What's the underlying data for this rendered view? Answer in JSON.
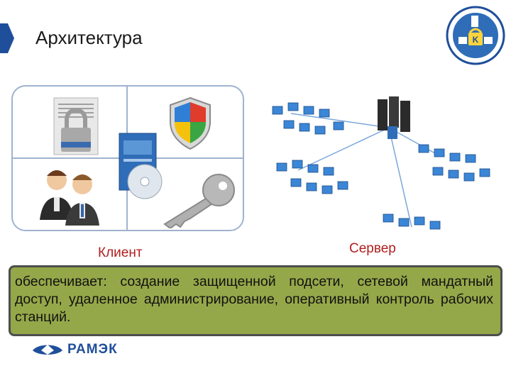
{
  "header": {
    "title": "Архитектура"
  },
  "labels": {
    "client": "Клиент",
    "server": "Сервер"
  },
  "description": "обеспечивает: создание защищенной подсети, сетевой мандатный доступ, удаленное администрирование, оперативный контроль рабочих станций.",
  "footer": {
    "logo_text": "РАМЭК"
  },
  "top_logo_letter": "K",
  "icons": [
    "document-lock-icon",
    "shield-icon",
    "software-box-icon",
    "users-icon",
    "key-icon",
    "server-icon",
    "workstation-icon",
    "network-diagram-icon",
    "ramek-logo-icon",
    "security-seal-logo-icon"
  ],
  "colors": {
    "accent_blue": "#1f4f9a",
    "label_red": "#b01e1e",
    "desc_box_green": "#94a849",
    "panel_border": "#9fb2cf"
  }
}
